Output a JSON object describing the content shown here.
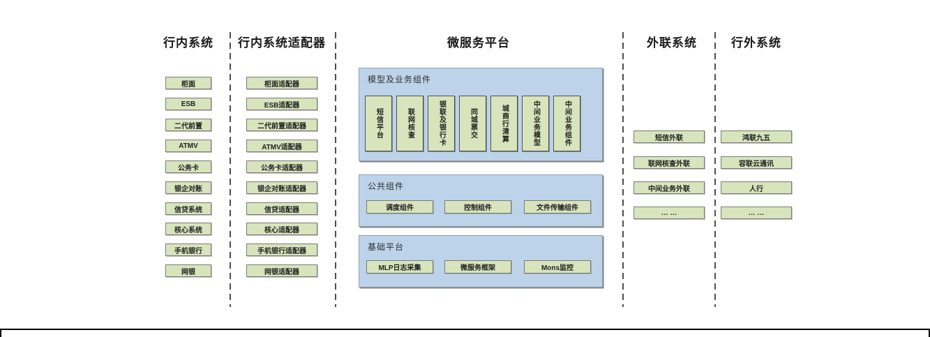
{
  "diagram": {
    "columns": [
      {
        "id": "internal-systems",
        "title": "行内系统",
        "boxes": [
          "柜面",
          "ESB",
          "二代前置",
          "ATMV",
          "公务卡",
          "银企对账",
          "信贷系统",
          "核心系统",
          "手机银行",
          "网银"
        ]
      },
      {
        "id": "internal-system-adapters",
        "title": "行内系统适配器",
        "boxes": [
          "柜面适配器",
          "ESB适配器",
          "二代前置适配器",
          "ATMV适配器",
          "公务卡适配器",
          "银企对账适配器",
          "信贷适配器",
          "核心适配器",
          "手机银行适配器",
          "网银适配器"
        ]
      },
      {
        "id": "microservice-platform",
        "title": "微服务平台",
        "sections": [
          {
            "title": "模型及业务组件",
            "orientation": "vertical",
            "boxes": [
              "短信平台",
              "联网核查",
              "银联及银行卡",
              "同城票交",
              "城商行清算",
              "中间业务模型",
              "中间业务组件"
            ]
          },
          {
            "title": "公共组件",
            "orientation": "horizontal",
            "boxes": [
              "调度组件",
              "控制组件",
              "文件传输组件"
            ]
          },
          {
            "title": "基础平台",
            "orientation": "horizontal",
            "boxes": [
              "MLP日志采集",
              "微服务框架",
              "Mons监控"
            ]
          }
        ]
      },
      {
        "id": "external-link-systems",
        "title": "外联系统",
        "boxes": [
          "短信外联",
          "联网核查外联",
          "中间业务外联",
          "… …"
        ]
      },
      {
        "id": "outside-bank-systems",
        "title": "行外系统",
        "boxes": [
          "鸿联九五",
          "容联云通讯",
          "人行",
          "… …"
        ]
      }
    ]
  },
  "colors": {
    "box_fill": "#d8e4bc",
    "box_border": "#7a7a7a",
    "panel_fill": "#bdd3ea",
    "panel_border": "#90a0b4",
    "text": "#1a1a1a"
  }
}
